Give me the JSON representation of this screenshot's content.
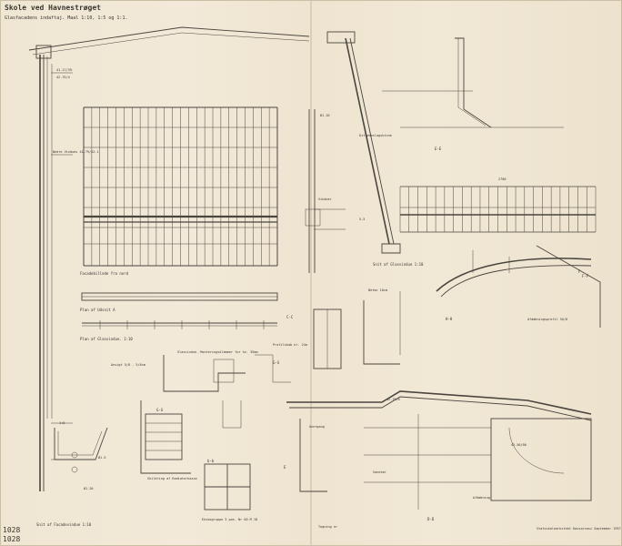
{
  "title": {
    "line1": "Skole ved Havnestrøget",
    "line2": "Glasfacadens indaftaj. Maal 1:10, 1:5 og 1:1."
  },
  "labels": {
    "level_a": "41.17/39.",
    "level_b": "42.75/4",
    "glass_level": "Nedre Vindues 41.79/42.1",
    "facade_view": "Facadebillede fra nord",
    "plan_a": "Plan af Udsnit A",
    "plan_b": "Plan af Glasvindue. 1:10",
    "elevation_a": "Ansigt 5/8 - 5/6cm",
    "fixing_note": "Glasvindue. Monteringsklemmer for hv. 35mm",
    "gg_label": "G-G",
    "section_cut": "Snit af Facadevindue 1:10",
    "radiator": "Skildring af Radiatorkasse",
    "ee_label": "E-E",
    "cc_label": "C-C",
    "level_dd": "42.75/6",
    "level_dd2": "42.56/00",
    "sv_label": "Overgang",
    "flashing": "Afdækning",
    "pipe": "Vandrør",
    "stats_bottom": "Statsskolearkitekt Kassarcasi September 1957",
    "profile_ref": "Profilskab nr. 24a",
    "dd_label": "D-D",
    "slab_note": "Beton 10cm",
    "glass_profile": "Kittebeslagskinne",
    "section_label": "Snit af Glasvindue 1:10",
    "e_label": "E",
    "f_label": "F",
    "ff_label": "F-F",
    "hh_label": "H-H",
    "gg2_label": "G-G",
    "ff2_label": "5-5",
    "roof_note": "Afdækningsprofil 5X/6",
    "bb_label": "b-b",
    "note_bb": "Ekskogruppe 3 pos. Nr 60 M 18",
    "stamp_a": "1028",
    "stamp_b": "1028",
    "scale_right": "2700",
    "small1": "1:8",
    "small2": "Ø1.5",
    "small3": "Ø1.20",
    "small4": "Ø1.10",
    "vent": "Vinduer",
    "sketch_note": "Tegning nr"
  },
  "colors": {
    "paper": "#efe6d4",
    "ink": "#4a453e",
    "dark_ink": "#2a2622"
  }
}
